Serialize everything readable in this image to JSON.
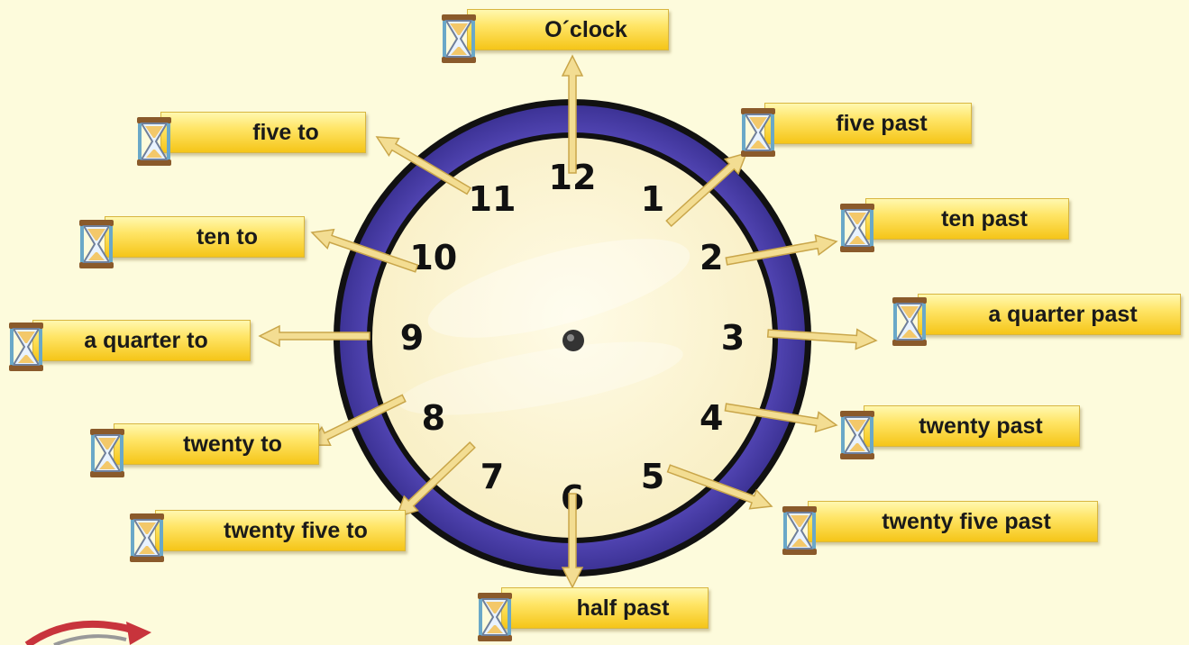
{
  "clock": {
    "numerals": [
      "12",
      "1",
      "2",
      "3",
      "4",
      "5",
      "6",
      "7",
      "8",
      "9",
      "10",
      "11"
    ]
  },
  "labels": {
    "oclock": "O´clock",
    "five_past": "five past",
    "ten_past": "ten past",
    "quarter_past": "a quarter past",
    "twenty_past": "twenty past",
    "twenty_five_past": "twenty five past",
    "half_past": "half past",
    "twenty_five_to": "twenty five to",
    "twenty_to": "twenty to",
    "quarter_to": "a quarter to",
    "ten_to": "ten to",
    "five_to": "five to"
  },
  "colors": {
    "background": "#fdfbdc",
    "clock_ring": "#4a3fa8",
    "clock_face": "#fbf4cf",
    "arrow": "#f3dd92",
    "label": "#f5c518"
  },
  "icons": {
    "label_icon": "hourglass-icon",
    "corner_icon": "refresh-arrow-icon"
  }
}
